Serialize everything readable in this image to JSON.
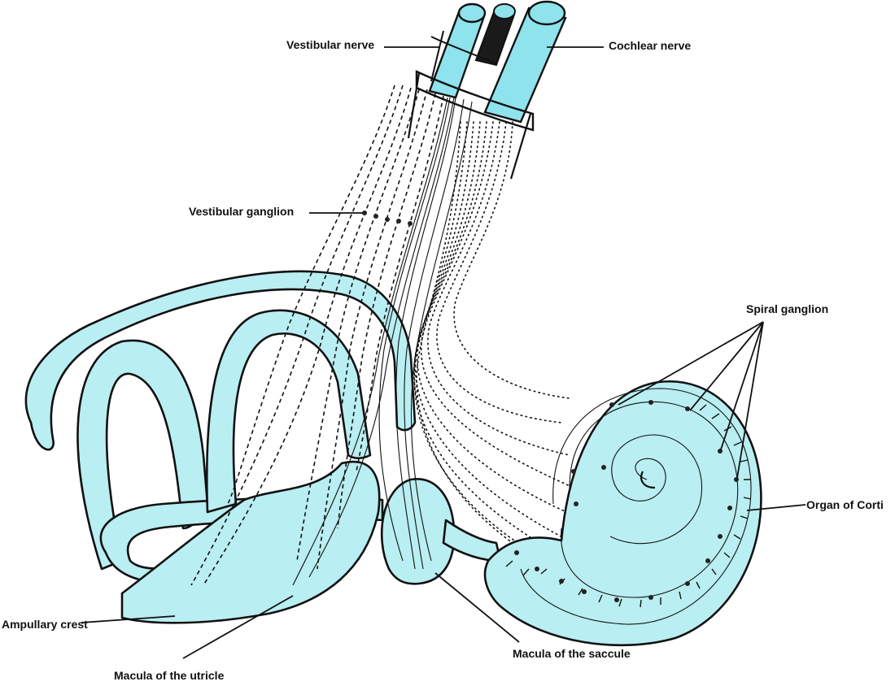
{
  "labels": {
    "vestibular_nerve": "Vestibular nerve",
    "cochlear_nerve": "Cochlear nerve",
    "vestibular_ganglion": "Vestibular ganglion",
    "spiral_ganglion": "Spiral ganglion",
    "organ_of_corti": "Organ of Corti",
    "ampullary_crest": "Ampullary crest",
    "macula_of_the_utricle": "Macula of the utricle",
    "macula_of_the_saccule": "Macula of the saccule"
  },
  "colors": {
    "duct_fill": "#b9eef2",
    "nerve_fill": "#8ee3ec",
    "outline": "#111111"
  }
}
